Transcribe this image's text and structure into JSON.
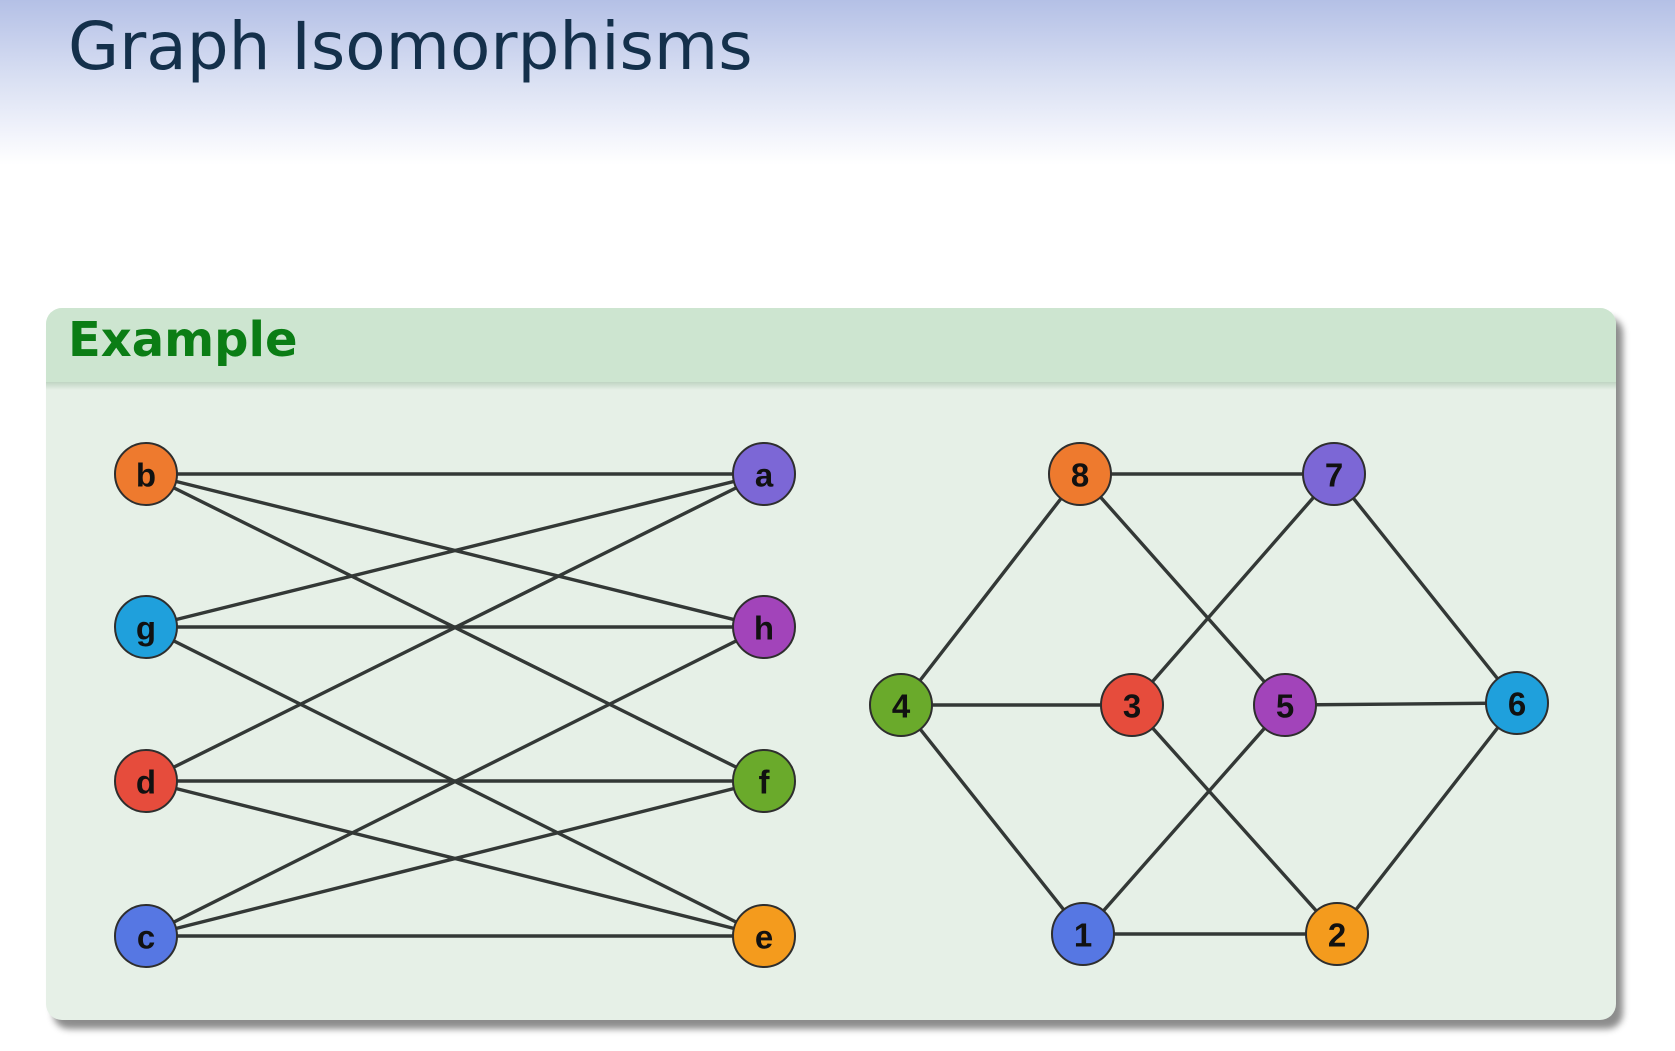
{
  "slide": {
    "title": "Graph Isomorphisms"
  },
  "block": {
    "title": "Example"
  },
  "graphs": [
    {
      "id": "letters",
      "nodes": [
        {
          "id": "b",
          "label": "b",
          "color": "#ee7a2e"
        },
        {
          "id": "g",
          "label": "g",
          "color": "#1fa0dc"
        },
        {
          "id": "d",
          "label": "d",
          "color": "#e64c3c"
        },
        {
          "id": "c",
          "label": "c",
          "color": "#5677e3"
        },
        {
          "id": "a",
          "label": "a",
          "color": "#7c67d6"
        },
        {
          "id": "h",
          "label": "h",
          "color": "#a244ba"
        },
        {
          "id": "f",
          "label": "f",
          "color": "#6aaa2b"
        },
        {
          "id": "e",
          "label": "e",
          "color": "#f49b1d"
        }
      ],
      "edges": [
        [
          "b",
          "a"
        ],
        [
          "b",
          "h"
        ],
        [
          "b",
          "f"
        ],
        [
          "g",
          "a"
        ],
        [
          "g",
          "h"
        ],
        [
          "g",
          "e"
        ],
        [
          "d",
          "a"
        ],
        [
          "d",
          "f"
        ],
        [
          "d",
          "e"
        ],
        [
          "c",
          "h"
        ],
        [
          "c",
          "f"
        ],
        [
          "c",
          "e"
        ]
      ]
    },
    {
      "id": "numbers",
      "nodes": [
        {
          "id": "8",
          "label": "8",
          "color": "#ee7a2e"
        },
        {
          "id": "7",
          "label": "7",
          "color": "#7c67d6"
        },
        {
          "id": "4",
          "label": "4",
          "color": "#6aaa2b"
        },
        {
          "id": "3",
          "label": "3",
          "color": "#e64c3c"
        },
        {
          "id": "5",
          "label": "5",
          "color": "#a244ba"
        },
        {
          "id": "6",
          "label": "6",
          "color": "#1fa0dc"
        },
        {
          "id": "1",
          "label": "1",
          "color": "#5677e3"
        },
        {
          "id": "2",
          "label": "2",
          "color": "#f49b1d"
        }
      ],
      "edges": [
        [
          "8",
          "7"
        ],
        [
          "8",
          "4"
        ],
        [
          "8",
          "5"
        ],
        [
          "7",
          "3"
        ],
        [
          "7",
          "6"
        ],
        [
          "4",
          "3"
        ],
        [
          "4",
          "1"
        ],
        [
          "3",
          "2"
        ],
        [
          "5",
          "6"
        ],
        [
          "5",
          "1"
        ],
        [
          "6",
          "2"
        ],
        [
          "1",
          "2"
        ]
      ]
    }
  ]
}
